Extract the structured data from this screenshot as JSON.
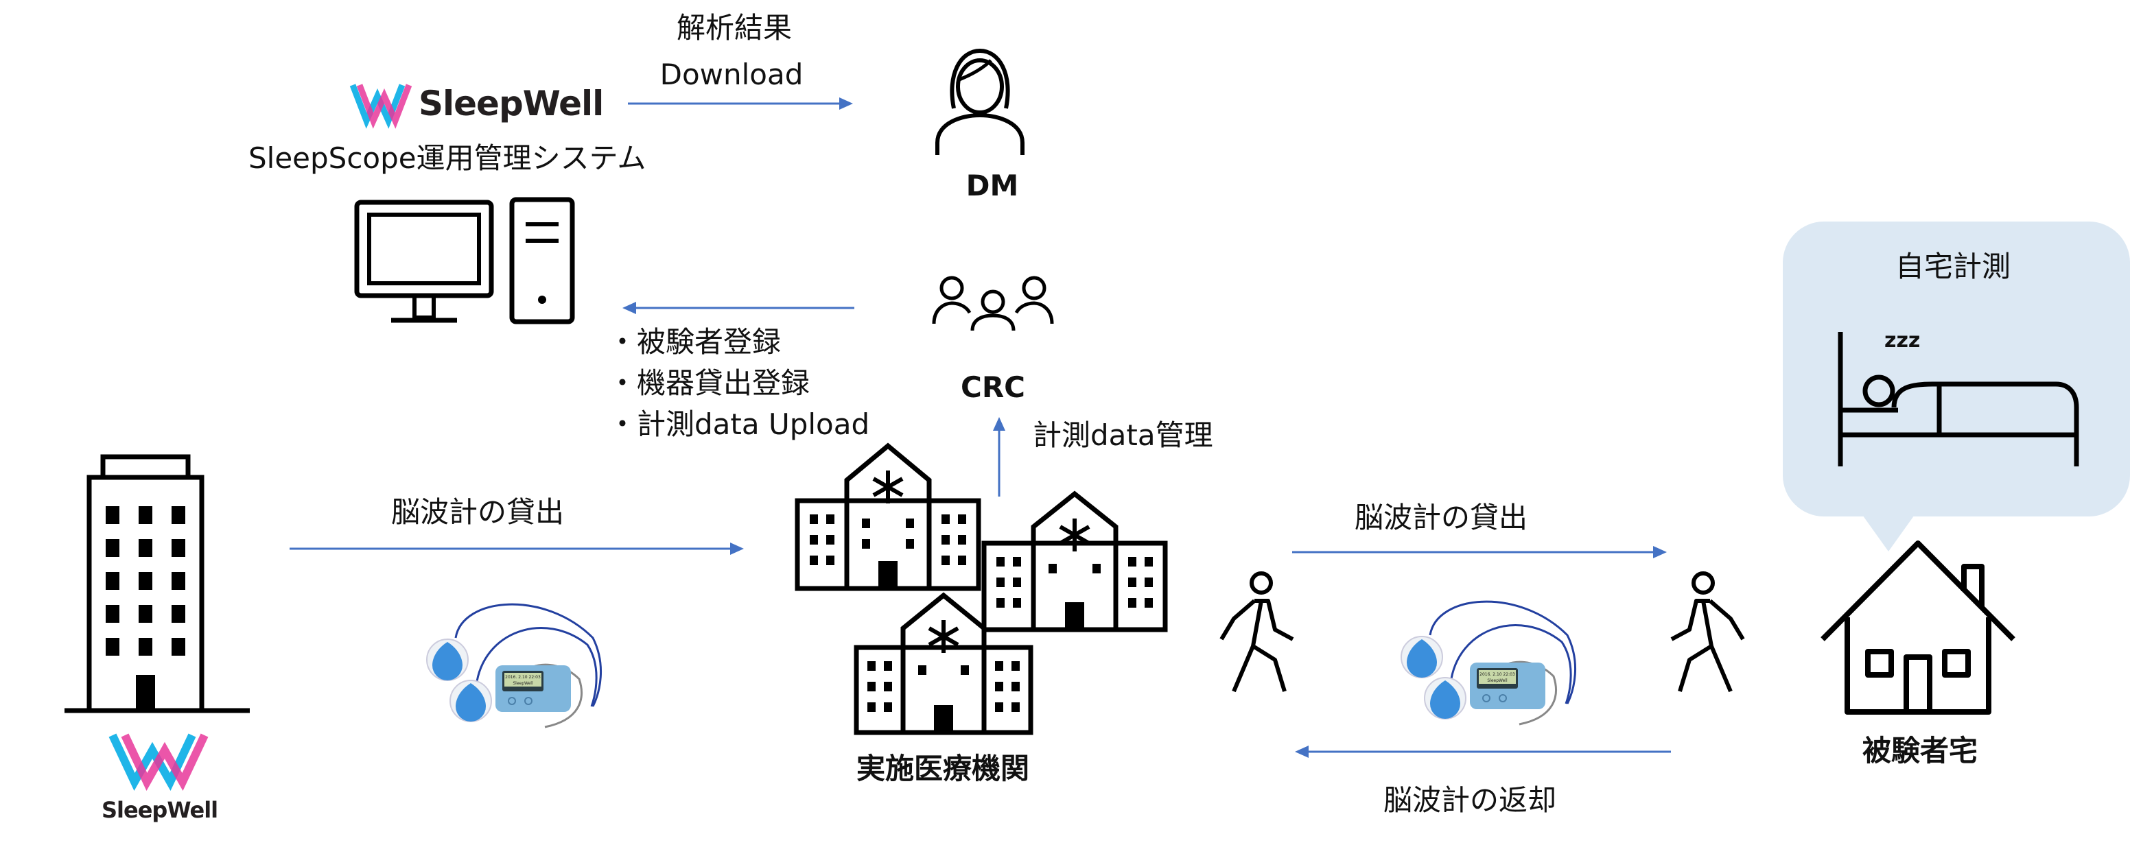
{
  "system": {
    "logo_text": "SleepWell",
    "title": "SleepScope運用管理システム"
  },
  "download": {
    "line1": "解析結果",
    "line2": "Download"
  },
  "roles": {
    "dm": "DM",
    "crc": "CRC"
  },
  "crc_tasks": [
    "・被験者登録",
    "・機器貸出登録",
    "・計測data Upload"
  ],
  "crc_manage": "計測data管理",
  "company_logo_text": "SleepWell",
  "lend_to_site": "脳波計の貸出",
  "site_label": "実施医療機関",
  "lend_to_subject": "脳波計の貸出",
  "return_from_subject": "脳波計の返却",
  "home": {
    "bubble_title": "自宅計測",
    "zzz": "zzz",
    "label": "被験者宅"
  },
  "device": {
    "screen_line1": "2016. 2.10 22:03",
    "screen_line2": "SleepWell"
  },
  "colors": {
    "arrow": "#4472c4",
    "bubble": "#dce8f3",
    "logo_cyan": "#1fb5e8",
    "logo_magenta": "#e8379a"
  }
}
